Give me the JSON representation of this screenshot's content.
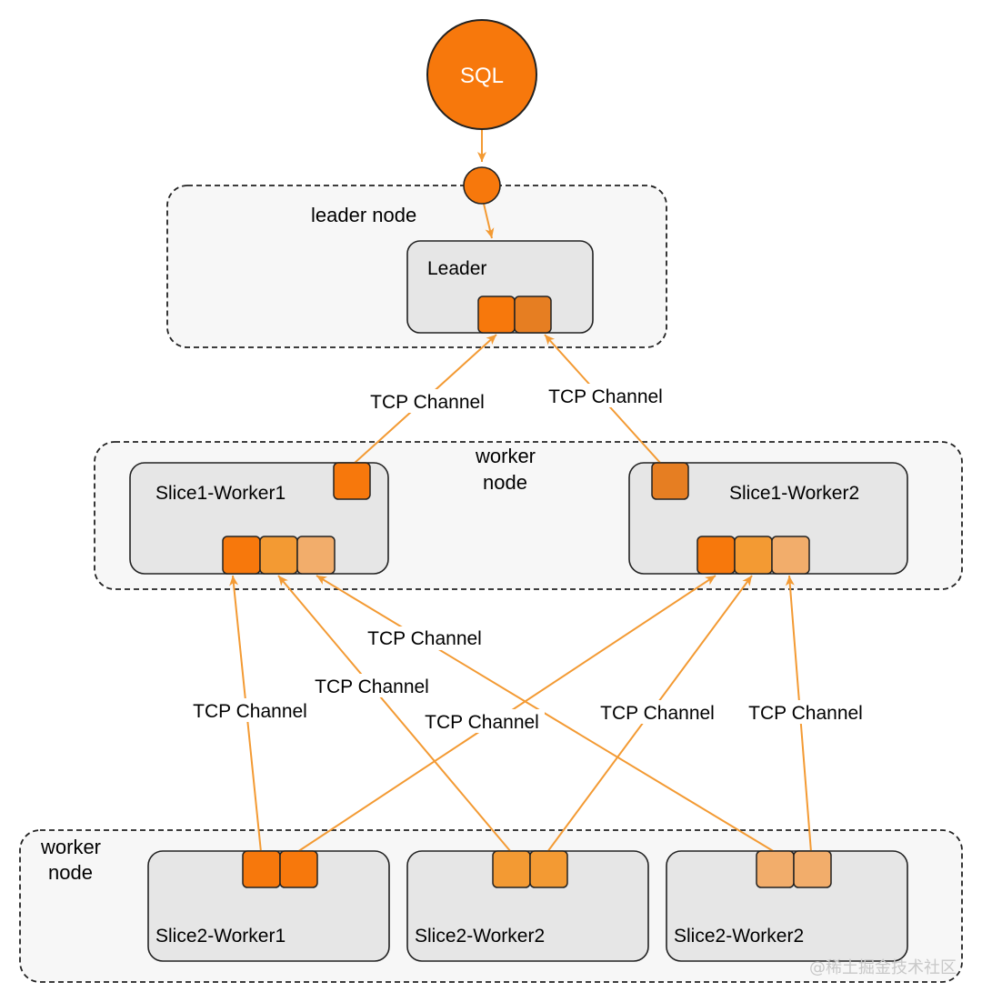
{
  "colors": {
    "orange": "#f7780c",
    "orange_dark": "#e67e22",
    "orange_mid": "#f39a33",
    "orange_light": "#f2ad6b",
    "edge": "#f39a33",
    "group_fill": "#f7f7f7",
    "box_fill": "#e6e6e6"
  },
  "sql": {
    "label": "SQL"
  },
  "groups": {
    "leader": {
      "label": "leader node"
    },
    "worker_mid": {
      "label_line1": "worker",
      "label_line2": "node"
    },
    "worker_bottom": {
      "label_line1": "worker",
      "label_line2": "node"
    }
  },
  "nodes": {
    "leader": {
      "label": "Leader"
    },
    "slice1_worker1": {
      "label": "Slice1-Worker1"
    },
    "slice1_worker2": {
      "label": "Slice1-Worker2"
    },
    "slice2_worker1": {
      "label": "Slice2-Worker1"
    },
    "slice2_worker2_a": {
      "label": "Slice2-Worker2"
    },
    "slice2_worker2_b": {
      "label": "Slice2-Worker2"
    }
  },
  "edges": {
    "e1": "TCP Channel",
    "e2": "TCP Channel",
    "e3": "TCP Channel",
    "e4": "TCP Channel",
    "e5": "TCP Channel",
    "e6": "TCP Channel",
    "e7": "TCP Channel",
    "e8": "TCP Channel"
  },
  "watermark": "@稀土掘金技术社区"
}
